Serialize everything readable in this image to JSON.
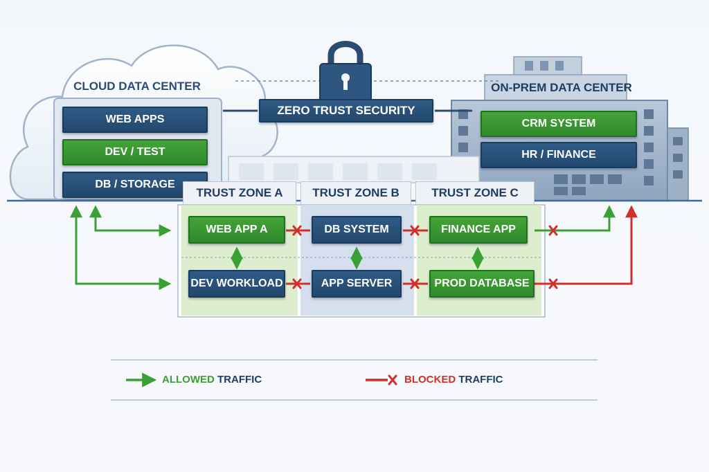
{
  "title": "ZERO TRUST SECURITY",
  "cloud": {
    "title": "CLOUD DATA CENTER",
    "tiers": [
      "WEB APPS",
      "DEV / TEST",
      "DB / STORAGE"
    ]
  },
  "onprem": {
    "title": "ON-PREM DATA CENTER",
    "tiers": [
      "CRM SYSTEM",
      "HR / FINANCE"
    ]
  },
  "zones": [
    {
      "label": "TRUST ZONE A",
      "top": "WEB APP A",
      "bottom": "DEV WORKLOAD"
    },
    {
      "label": "TRUST ZONE B",
      "top": "DB SYSTEM",
      "bottom": "APP SERVER"
    },
    {
      "label": "TRUST ZONE C",
      "top": "FINANCE APP",
      "bottom": "PROD DATABASE"
    }
  ],
  "legend": {
    "allowed_word": "ALLOWED",
    "blocked_word": "BLOCKED",
    "traffic_word": "TRAFFIC"
  },
  "colors": {
    "allowed": "#3a9f34",
    "blocked": "#d12f2a",
    "navy": "#1f3d63"
  },
  "icons": [
    "padlock-icon",
    "cloud-icon",
    "building-icon",
    "arrow-icon",
    "x-block-icon"
  ]
}
